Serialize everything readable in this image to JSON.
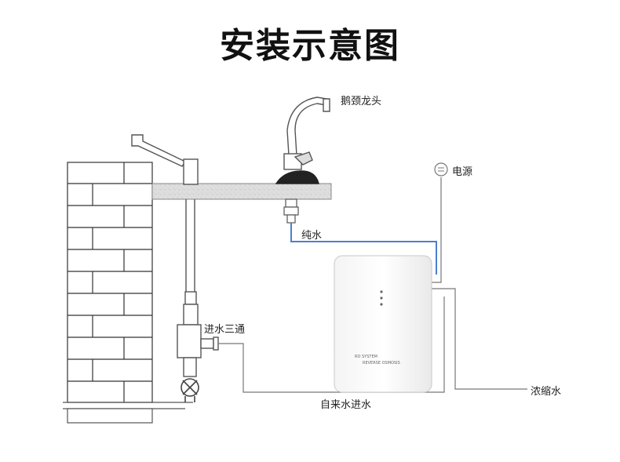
{
  "title": "安装示意图",
  "labels": {
    "gooseneck_faucet": "鹅颈龙头",
    "power": "电源",
    "pure_water": "纯水",
    "inlet_tee": "进水三通",
    "tap_water_inlet": "自来水进水",
    "concentrate": "浓缩水"
  },
  "device_text": {
    "line1": "RO SYSTEM",
    "line2": "REVERSE OSMOSIS"
  },
  "colors": {
    "pure_water_line": "#4a7fd0",
    "outline": "#555555",
    "brick": "#ffffff",
    "countertop": "#dcdcdc"
  },
  "icons": {
    "power_symbol": "power-plug-icon"
  }
}
